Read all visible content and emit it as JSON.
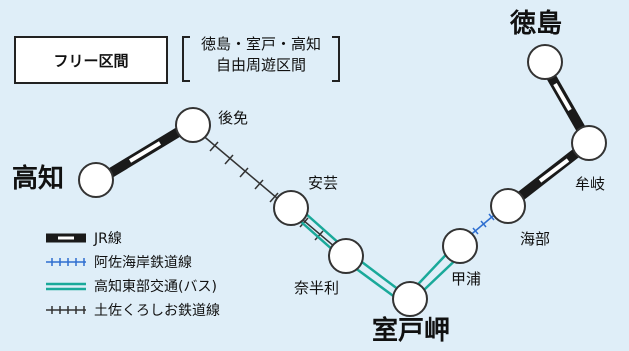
{
  "title_box": {
    "label": "フリー区間"
  },
  "free_area": {
    "line1": "徳島・室戸・高知",
    "line2": "自由周遊区間"
  },
  "stations": {
    "tokushima": "徳島",
    "mugi": "牟岐",
    "kaifu": "海部",
    "kannoura": "甲浦",
    "murotomisaki": "室戸岬",
    "nahari": "奈半利",
    "aki": "安芸",
    "gomen": "後免",
    "kochi": "高知"
  },
  "legend": [
    {
      "key": "jr",
      "label": "JR線"
    },
    {
      "key": "asa",
      "label": "阿佐海岸鉄道線"
    },
    {
      "key": "bus",
      "label": "高知東部交通(バス)"
    },
    {
      "key": "tosa",
      "label": "土佐くろしお鉄道線"
    }
  ],
  "colors": {
    "background": "#dfeef8",
    "jr": "#1a1a1a",
    "asa": "#2f6fd0",
    "bus": "#1aa99a",
    "tosa": "#333333"
  }
}
